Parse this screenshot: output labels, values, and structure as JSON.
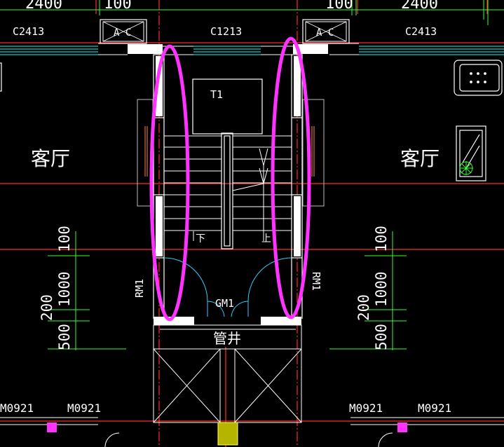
{
  "colors": {
    "background": "#000000",
    "axis": "#ff2a2a",
    "wall": "#ffffff",
    "window": "#00ffff",
    "dimension": "#33ff33",
    "highlight": "#ff33ff",
    "column_fill": "#ff33ff",
    "pipe_fill": "#b5b500",
    "door_arc": "#33ccff"
  },
  "labels": {
    "dim_top_left": "2400",
    "dim_top_left_small": "100",
    "dim_top_right_small": "100",
    "dim_top_right": "2400",
    "window_left": "C2413",
    "window_center": "C1213",
    "window_right": "C2413",
    "ac_left": "A C",
    "ac_right": "A C",
    "elevator": "T1",
    "living_left": "客厅",
    "living_right": "客厅",
    "stair_down": "下",
    "stair_up": "上",
    "door_left": "RM1",
    "door_right": "RM1",
    "door_center": "GM1",
    "shaft": "管井",
    "door_m_1": "M0921",
    "door_m_2": "M0921",
    "door_m_3": "M0921",
    "door_m_4": "M0921"
  },
  "dims_left": [
    "100",
    "1000",
    "200",
    "500"
  ],
  "dims_right": [
    "100",
    "1000",
    "200",
    "500"
  ],
  "icons": {
    "sofa": "sofa-icon",
    "fridge": "fridge-icon",
    "plant": "plant-icon"
  }
}
